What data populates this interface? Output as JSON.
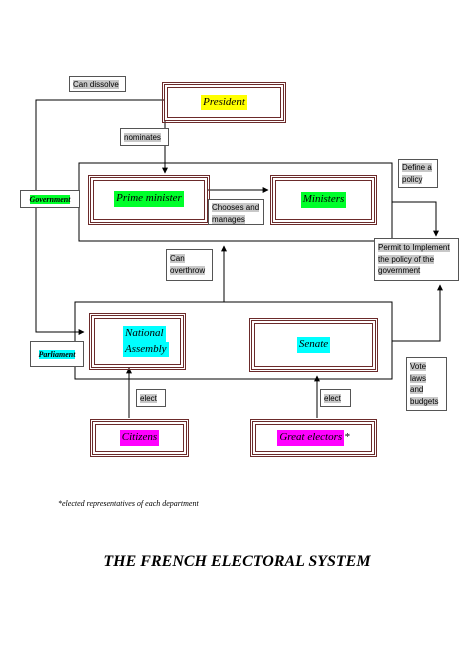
{
  "title": "THE FRENCH ELECTORAL SYSTEM",
  "footnote": "*elected representatives of each department",
  "boxes": {
    "president": "President",
    "prime_minister": "Prime minister",
    "ministers": "Ministers",
    "national_assembly_line1": "National",
    "national_assembly_line2": "Assembly",
    "senate": "Senate",
    "citizens": "Citizens",
    "great_electors": "Great electors",
    "great_electors_mark": "*"
  },
  "groups": {
    "government": "Government",
    "parliament": "Parliament"
  },
  "notes": {
    "can_dissolve": "Can dissolve",
    "nominates": "nominates",
    "chooses_and_manages_1": "Chooses and",
    "chooses_and_manages_2": "manages",
    "define_policy_1": "Define a",
    "define_policy_2": "policy",
    "permit_1": "Permit to Implement",
    "permit_2": "the policy of the",
    "permit_3": "government",
    "can_overthrow_1": "Can",
    "can_overthrow_2": "overthrow",
    "vote_1": "Vote",
    "vote_2": "laws",
    "vote_3": "and",
    "vote_4": "budgets",
    "elect_left": "elect",
    "elect_right": "elect"
  },
  "colors": {
    "box_border": "#6b2a2a",
    "president_highlight": "#ffff00",
    "government_highlight": "#00ff2a",
    "assembly_highlight": "#00ffff",
    "voters_highlight": "#ff00ff",
    "note_highlight": "#c8c8c8"
  }
}
